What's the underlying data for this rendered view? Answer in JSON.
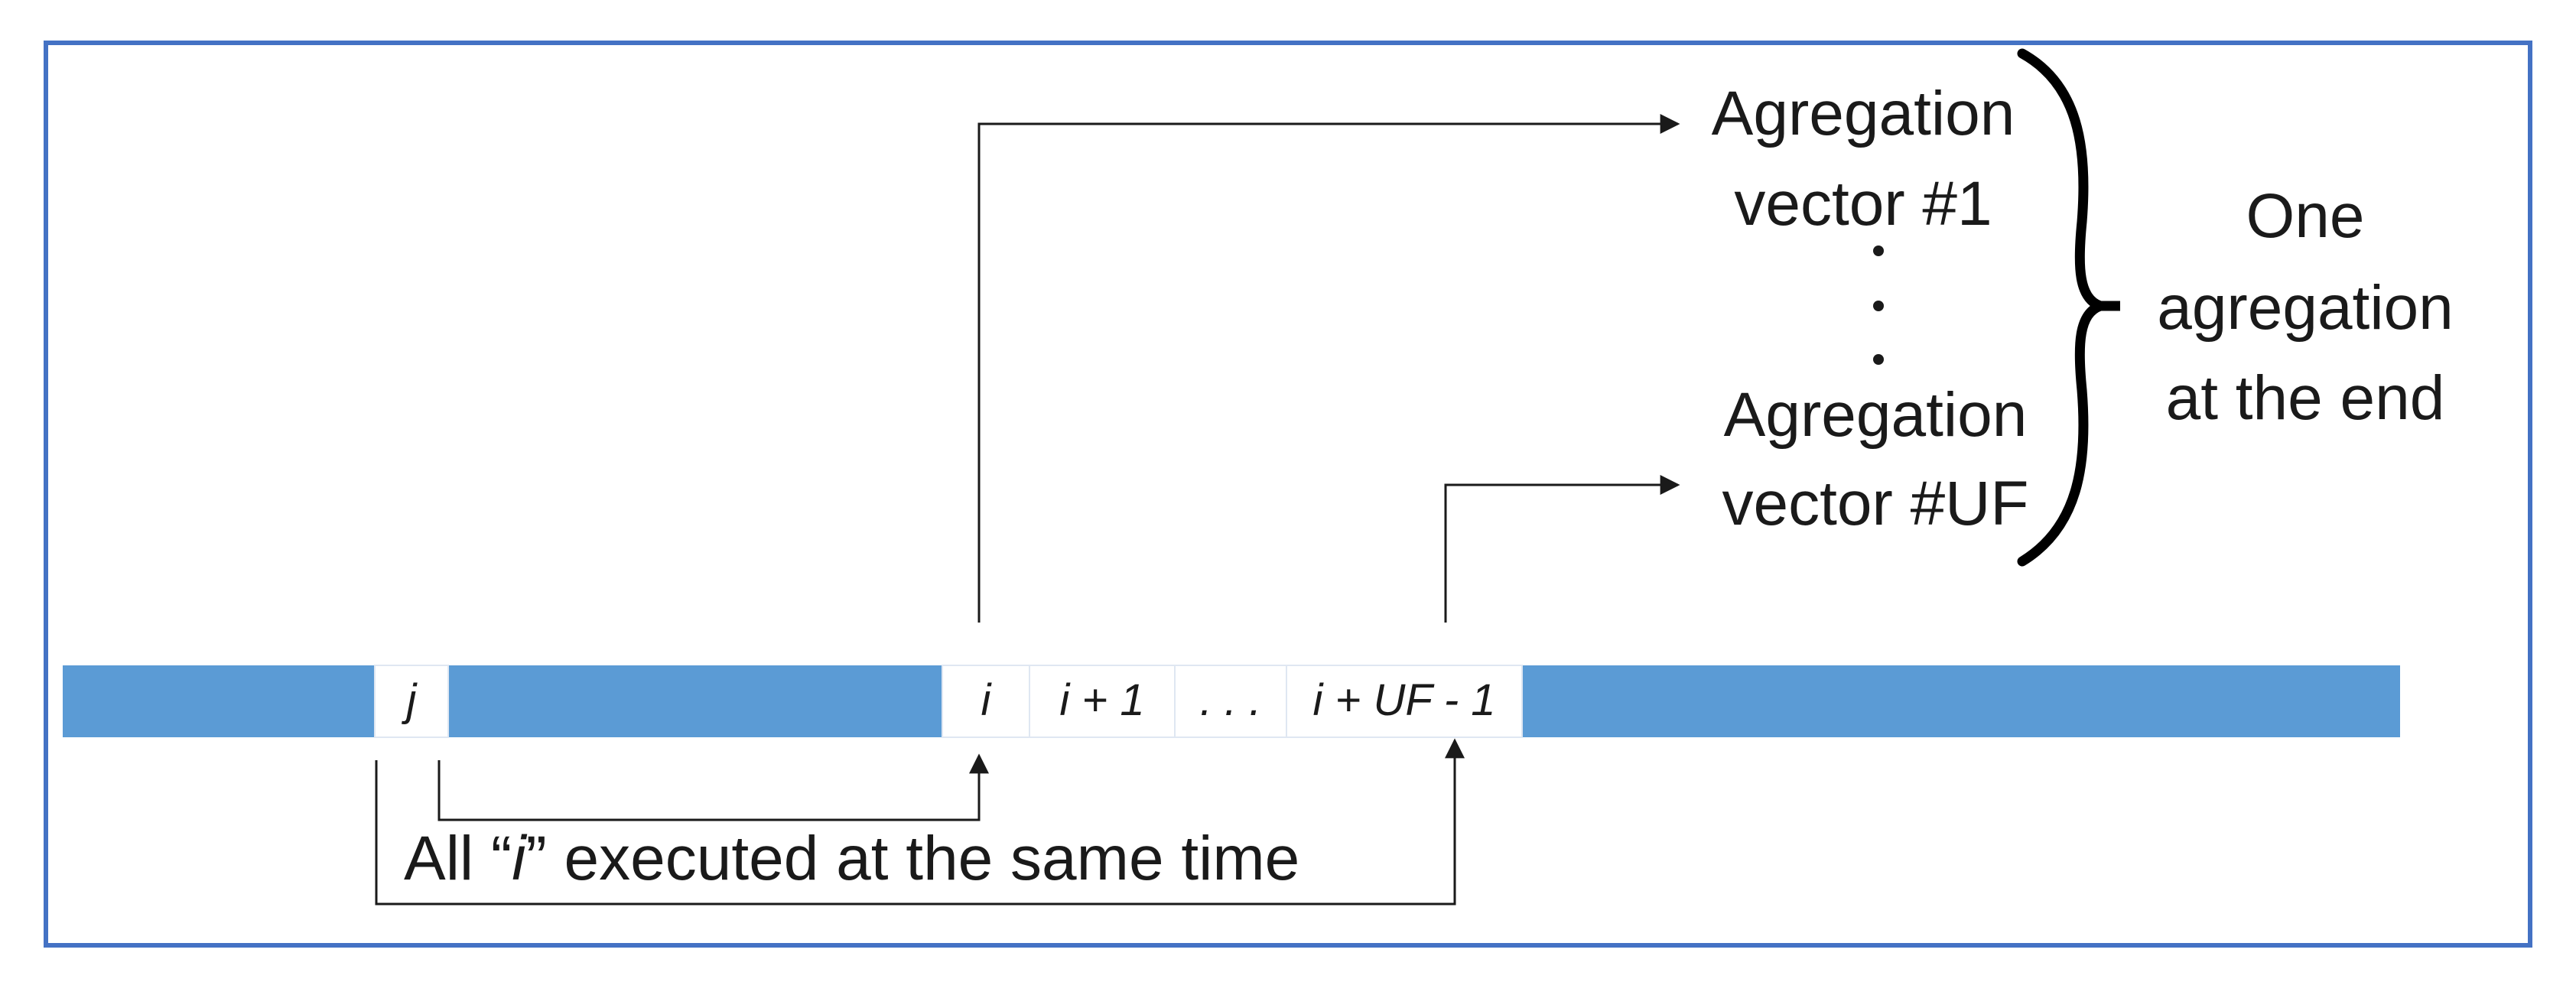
{
  "cells": {
    "j": "j",
    "i": "i",
    "i_plus_1": "i + 1",
    "ellipsis": ". . .",
    "i_plus_uf_minus_1": "i + UF - 1"
  },
  "aggregation": {
    "vector_1_line1": "Agregation",
    "vector_1_line2": "vector #1",
    "vector_uf_line1": "Agregation",
    "vector_uf_line2": "vector #UF"
  },
  "result": {
    "line1": "One",
    "line2": "agregation",
    "line3": "at the end"
  },
  "caption": {
    "prefix": "All “",
    "var": "i",
    "suffix": "” executed at the same time"
  },
  "colors": {
    "frame": "#4472C4",
    "bar": "#5B9BD5",
    "cell_bg": "#FFFFFF",
    "ink": "#1A1A1A"
  }
}
